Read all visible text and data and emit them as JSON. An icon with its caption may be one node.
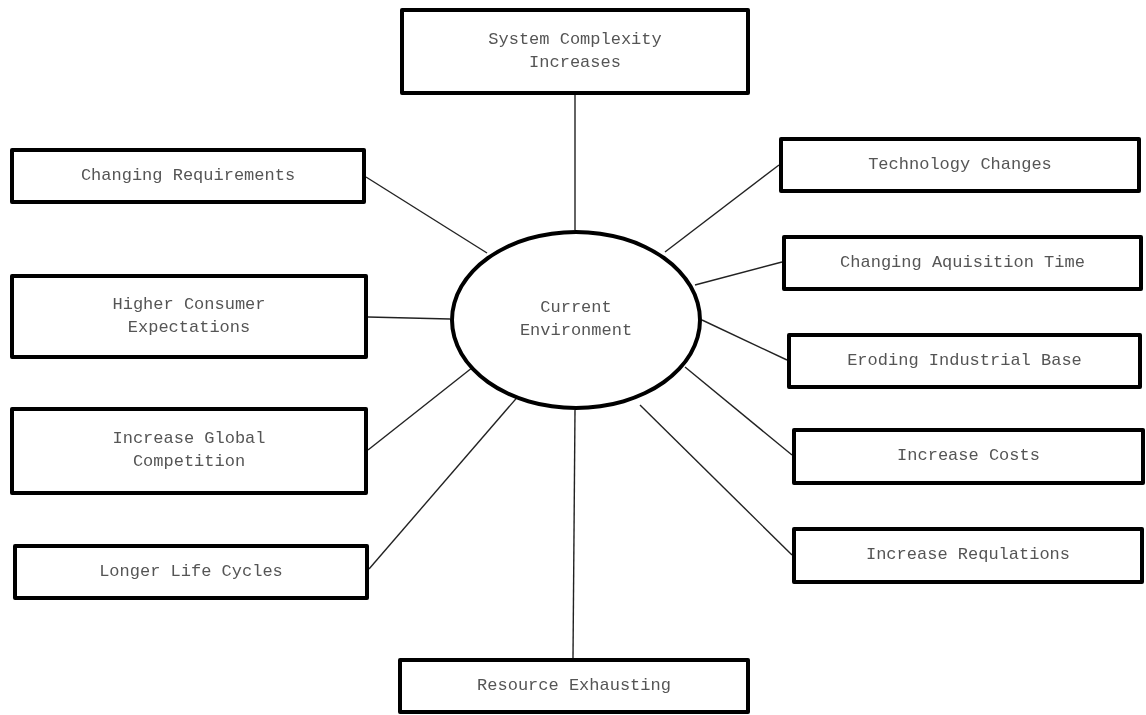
{
  "diagram": {
    "nodes": [
      {
        "text": [
          "Current Environment"
        ]
      },
      {
        "text": [
          "System Complexity Increases"
        ]
      },
      {
        "text": [
          "Changing Requirements"
        ]
      },
      {
        "text": [
          "Higher Consumer Expectations"
        ]
      },
      {
        "text": [
          "Increase Global Competition"
        ]
      },
      {
        "text": [
          "Longer Life Cycles"
        ]
      },
      {
        "text": [
          "Technology Changes"
        ]
      },
      {
        "text": [
          "Changing Aquisition Time"
        ]
      },
      {
        "text": [
          "Eroding Industrial Base"
        ]
      },
      {
        "text": [
          "Increase Costs"
        ]
      },
      {
        "text": [
          "Increase Requlations"
        ]
      },
      {
        "text": [
          "Resource Exhausting"
        ]
      }
    ],
    "edges": [
      {
        "from": 1,
        "to": 0,
        "arrow": "none"
      },
      {
        "from": 2,
        "to": 0,
        "arrow": "none"
      },
      {
        "from": 3,
        "to": 0,
        "arrow": "none"
      },
      {
        "from": 4,
        "to": 0,
        "arrow": "none"
      },
      {
        "from": 5,
        "to": 0,
        "arrow": "none"
      },
      {
        "from": 6,
        "to": 0,
        "arrow": "none"
      },
      {
        "from": 7,
        "to": 0,
        "arrow": "none"
      },
      {
        "from": 8,
        "to": 0,
        "arrow": "none"
      },
      {
        "from": 9,
        "to": 0,
        "arrow": "none"
      },
      {
        "from": 10,
        "to": 0,
        "arrow": "none"
      },
      {
        "from": 11,
        "to": 0,
        "arrow": "none"
      }
    ]
  }
}
